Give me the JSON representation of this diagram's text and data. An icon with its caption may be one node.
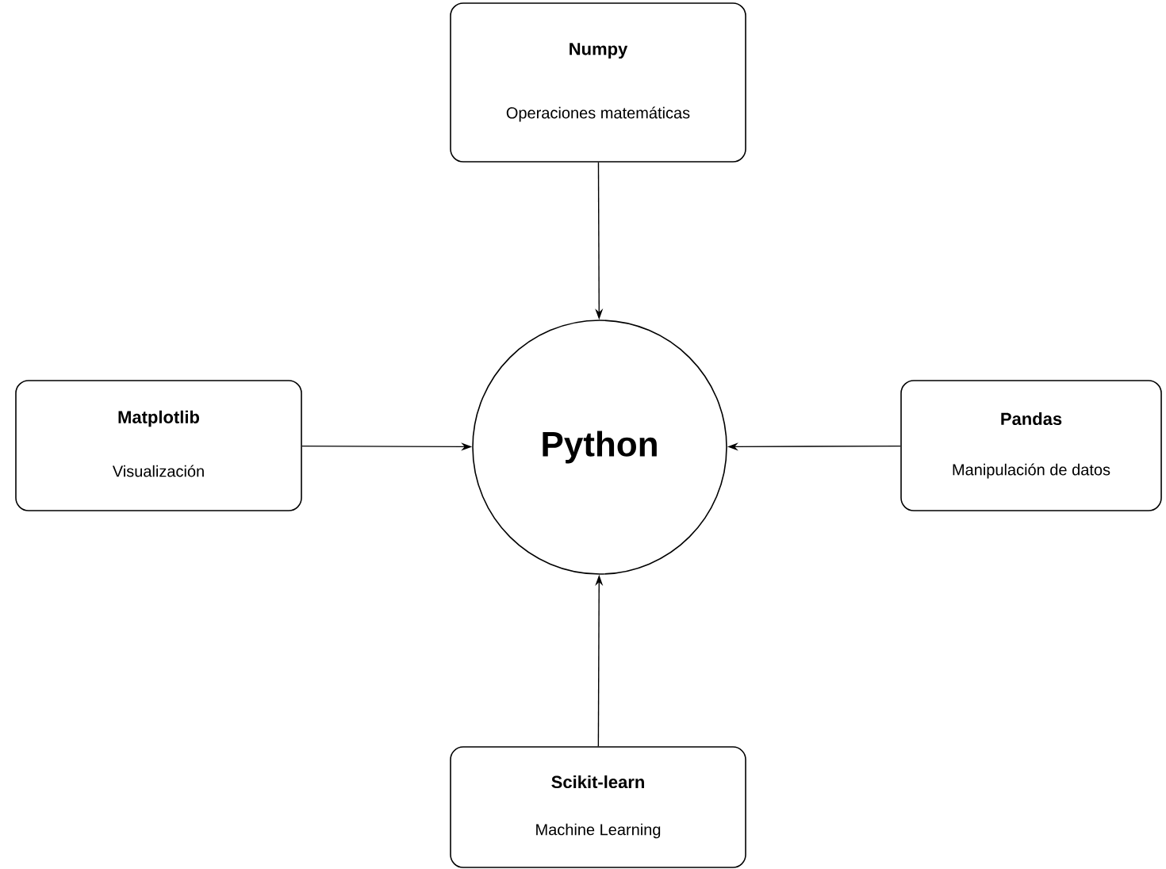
{
  "diagram": {
    "nodes": [
      {
        "text": [
          "Numpy",
          "Operaciones matemáticas"
        ]
      },
      {
        "text": [
          "Matplotlib",
          "Visualización"
        ]
      },
      {
        "text": [
          "Python"
        ]
      },
      {
        "text": [
          "Pandas",
          "Manipulación de datos"
        ]
      },
      {
        "text": [
          "Scikit-learn",
          "Machine Learning"
        ]
      }
    ],
    "edges": [
      {
        "from": 0,
        "to": 2,
        "arrow": "to"
      },
      {
        "from": 1,
        "to": 2,
        "arrow": "to"
      },
      {
        "from": 3,
        "to": 2,
        "arrow": "to"
      },
      {
        "from": 4,
        "to": 2,
        "arrow": "to"
      }
    ]
  }
}
